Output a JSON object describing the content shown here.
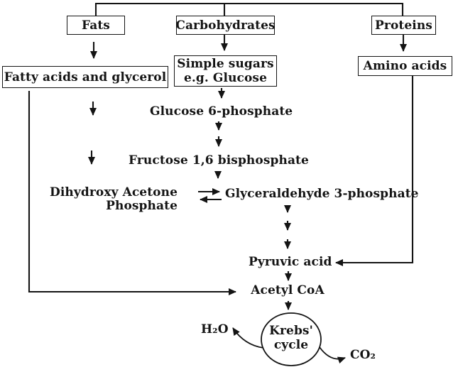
{
  "diagram": {
    "background": "#ffffff",
    "ink": "#141414",
    "boxes": {
      "fats": {
        "label": "Fats"
      },
      "carbohydrates": {
        "label": "Carbohydrates"
      },
      "proteins": {
        "label": "Proteins"
      },
      "fatty_acids_glycerol": {
        "label": "Fatty acids and glycerol"
      },
      "simple_sugars": {
        "line1": "Simple sugars",
        "line2": "e.g. Glucose"
      },
      "amino_acids": {
        "label": "Amino acids"
      }
    },
    "labels": {
      "glucose_6_phosphate": "Glucose 6-phosphate",
      "fructose_16_bisphosphate": "Fructose 1,6 bisphosphate",
      "dihydroxy_line1": "Dihydroxy Acetone",
      "dihydroxy_line2": "Phosphate",
      "glyceraldehyde_3_phosphate": "Glyceraldehyde 3-phosphate",
      "pyruvic_acid": "Pyruvic acid",
      "acetyl_coa": "Acetyl CoA",
      "krebs_line1": "Krebs'",
      "krebs_line2": "cycle",
      "h2o": "H₂O",
      "co2": "CO₂"
    }
  }
}
